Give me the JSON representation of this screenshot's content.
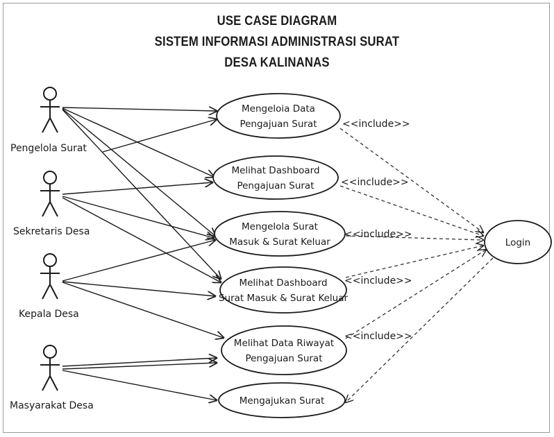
{
  "title": {
    "line1": "USE CASE DIAGRAM",
    "line2": "SISTEM INFORMASI ADMINISTRASI SURAT",
    "line3": "DESA KALINANAS"
  },
  "actors": {
    "pengelola": "Pengelola Surat",
    "sekretaris": "Sekretaris Desa",
    "kepala": "Kepala Desa",
    "masyarakat": "Masyarakat Desa"
  },
  "usecases": {
    "uc1": {
      "line1": "Mengeloia Data",
      "line2": "Pengajuan Surat"
    },
    "uc2": {
      "line1": "Melihat Dashboard",
      "line2": "Pengajuan Surat"
    },
    "uc3": {
      "line1": "Mengelola Surat",
      "line2": "Masuk & Surat Keluar"
    },
    "uc4": {
      "line1": "Melihat Dashboard",
      "line2": "Surat Masuk & Surat Keluar"
    },
    "uc5": {
      "line1": "Melihat Data Riwayat",
      "line2": "Pengajuan Surat"
    },
    "uc6": {
      "line1": "Mengajukan Surat"
    },
    "login": "Login"
  },
  "include": {
    "i1": "<<include>>",
    "i2": "<<include>>",
    "i3": "<<include>>",
    "i4": "<<include>>",
    "i5": "<<include>>"
  }
}
